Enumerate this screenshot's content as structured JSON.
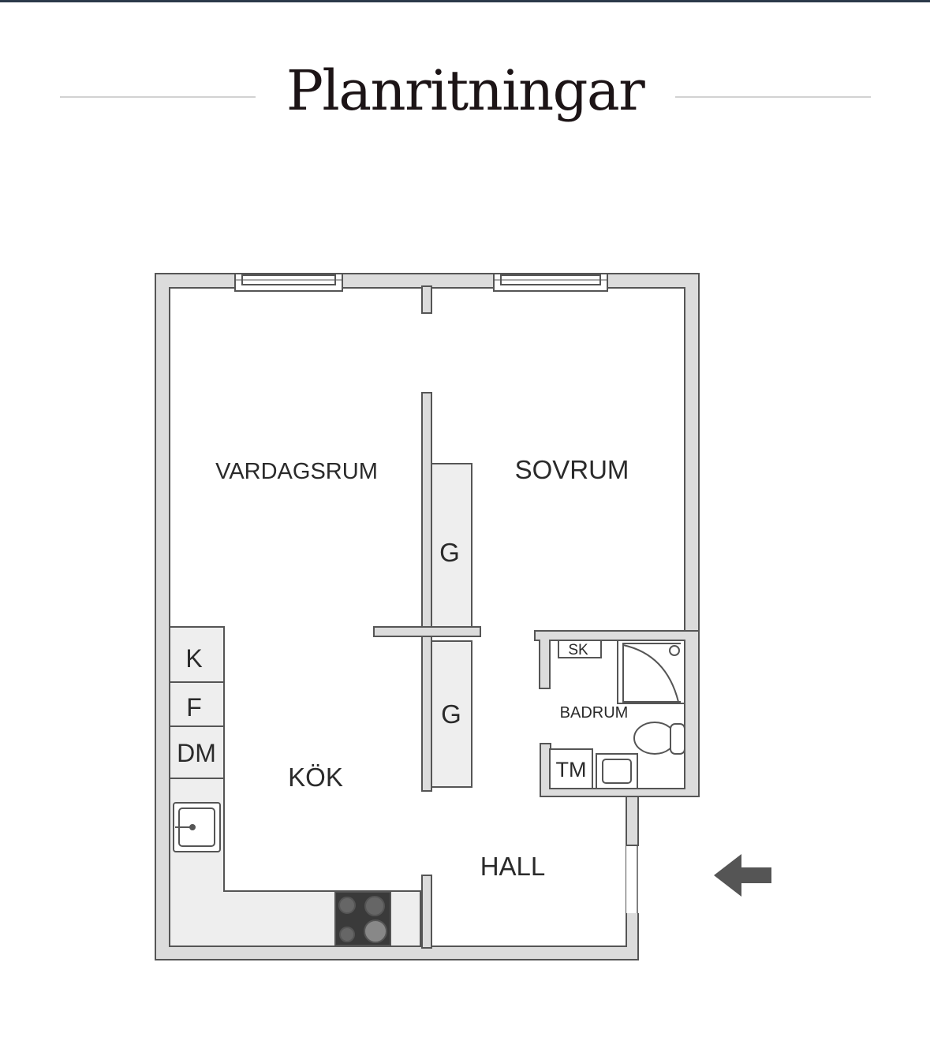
{
  "page": {
    "title": "Planritningar"
  },
  "rooms": {
    "vardagsrum": "VARDAGSRUM",
    "sovrum": "SOVRUM",
    "kok": "KÖK",
    "badrum": "BADRUM",
    "hall": "HALL"
  },
  "fixtures": {
    "wardrobe_upper": "G",
    "wardrobe_lower": "G",
    "fridge": "K",
    "freezer": "F",
    "dishwasher": "DM",
    "closet": "SK",
    "washer": "TM"
  },
  "colors": {
    "wall": "#dcdcdc",
    "line": "#555555",
    "fill": "#eeeeee",
    "arrow": "#555555"
  },
  "icons": {
    "entrance": "arrow-left-icon"
  }
}
